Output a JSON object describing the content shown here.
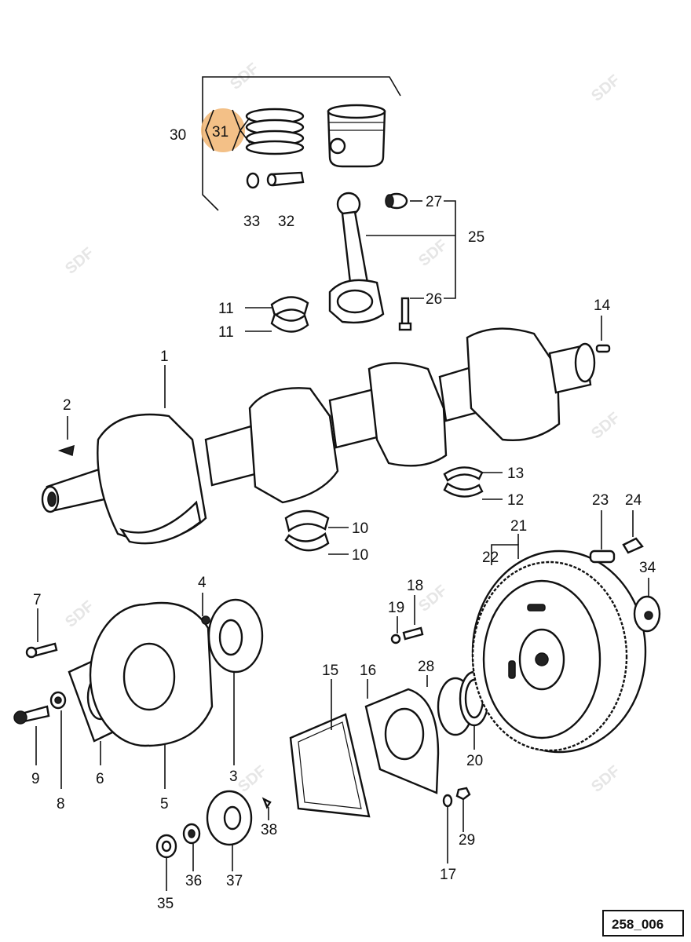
{
  "diagram": {
    "title": "Crankshaft, piston and flywheel exploded parts diagram",
    "reference_code": "258_006",
    "watermark": "SDF",
    "highlight_color": "#f2b97a",
    "highlighted_part": "31",
    "labels": {
      "p1": "1",
      "p2": "2",
      "p3": "3",
      "p4": "4",
      "p5": "5",
      "p6": "6",
      "p7": "7",
      "p8": "8",
      "p9": "9",
      "p10a": "10",
      "p10b": "10",
      "p11a": "11",
      "p11b": "11",
      "p12": "12",
      "p13": "13",
      "p14": "14",
      "p15": "15",
      "p16": "16",
      "p17": "17",
      "p18": "18",
      "p19": "19",
      "p20": "20",
      "p21": "21",
      "p22": "22",
      "p23": "23",
      "p24": "24",
      "p25": "25",
      "p26": "26",
      "p27": "27",
      "p28": "28",
      "p29": "29",
      "p30": "30",
      "p31": "31",
      "p32": "32",
      "p33": "33",
      "p34": "34",
      "p35": "35",
      "p36": "36",
      "p37": "37",
      "p38": "38"
    }
  }
}
